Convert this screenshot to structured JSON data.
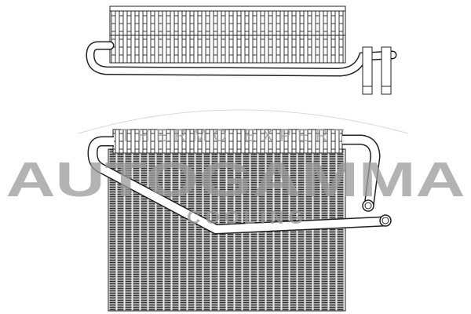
{
  "watermark": {
    "brand": "AUTOGAMMA",
    "tagline_top": "THERMO EXPERT",
    "tagline_bottom": "COOLING",
    "color": "#9a9a9a"
  },
  "drawing": {
    "views": [
      "top-view",
      "front-view"
    ],
    "line_color": "#222222",
    "fin_color": "#555555"
  }
}
